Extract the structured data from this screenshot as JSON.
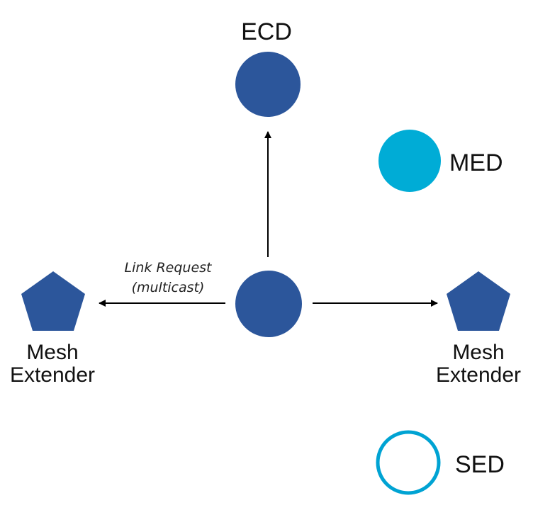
{
  "colors": {
    "router": "#2c569b",
    "med": "#00acd6",
    "sed_stroke": "#00a3d3",
    "arrow": "#000000"
  },
  "nodes": {
    "ecd": {
      "label": "ECD"
    },
    "med": {
      "label": "MED"
    },
    "sed": {
      "label": "SED"
    },
    "center": {
      "label": ""
    },
    "mesh_left": {
      "label_line1": "Mesh",
      "label_line2": "Extender"
    },
    "mesh_right": {
      "label_line1": "Mesh",
      "label_line2": "Extender"
    }
  },
  "edges": {
    "left": {
      "label_line1": "Link Request",
      "label_line2": "(multicast)"
    }
  }
}
